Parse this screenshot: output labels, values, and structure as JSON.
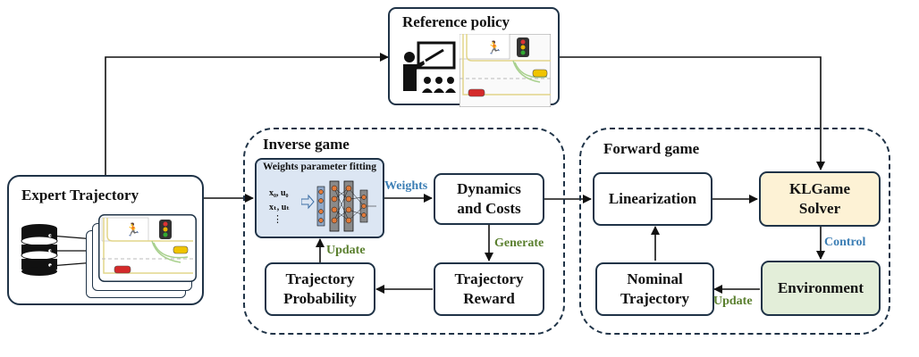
{
  "reference_policy": {
    "title": "Reference policy"
  },
  "expert": {
    "title": "Expert Trajectory"
  },
  "inverse_game": {
    "title": "Inverse game",
    "fitting_title": "Weights parameter fitting",
    "fitting_math_1": "x₀, u₀",
    "fitting_math_2": "xₜ, uₜ",
    "fitting_math_3": "⋮",
    "dynamics": "Dynamics and Costs",
    "reward": "Trajectory Reward",
    "probability": "Trajectory Probability"
  },
  "forward_game": {
    "title": "Forward game",
    "linearization": "Linearization",
    "solver": "KLGame Solver",
    "environment": "Environment",
    "nominal": "Nominal Trajectory"
  },
  "labels": {
    "weights": "Weights",
    "generate": "Generate",
    "update_inverse": "Update",
    "control": "Control",
    "update_forward": "Update"
  },
  "colors": {
    "border": "#1f3347",
    "label_blue": "#3d7fb5",
    "label_green": "#5a7f2e",
    "solver_fill": "#fdf2d5",
    "environment_fill": "#e3eed9",
    "fitting_fill": "#dce6f3"
  }
}
